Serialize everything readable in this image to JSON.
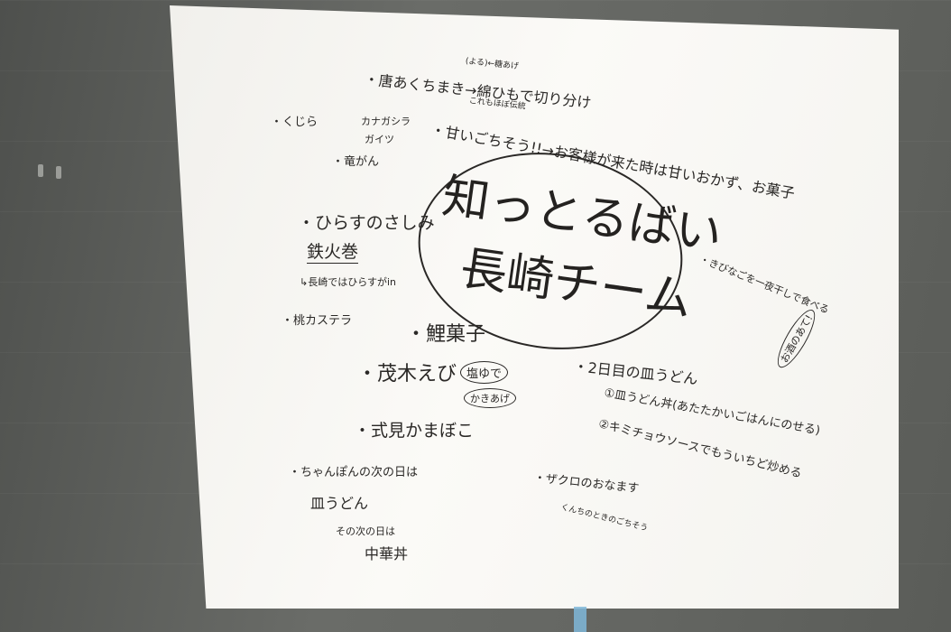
{
  "poster": {
    "title_line1": "知っとるばい",
    "title_line2": "長崎チーム",
    "notes": [
      "・唐あくちまき→綿ひもで切り分け",
      "(よる)←糖あげ",
      "これもほぼ伝統",
      "・くじら",
      "カナガシラ",
      "ガイツ",
      "・竜がん",
      "・甘いごちそう!!→お客様が来た時は甘いおかず、お菓子",
      "・ひらすのさしみ",
      "鉄火巻",
      "↳長崎ではひらすがin",
      "・桃カステラ",
      "・鯉菓子",
      "・茂木えび",
      "塩ゆで",
      "かきあげ",
      "・式見かまぼこ",
      "・ちゃんぽんの次の日は",
      "皿うどん",
      "その次の日は",
      "中華丼",
      "・ザクロのおなます",
      "くんちのときのごちそう",
      "・2日目の皿うどん",
      "①皿うどん丼(あたたかいごはんにのせる)",
      "②キミチョウソースでもういちど炒める",
      "・きびなごを一夜干しで食べる",
      "お酒のあて!"
    ]
  }
}
